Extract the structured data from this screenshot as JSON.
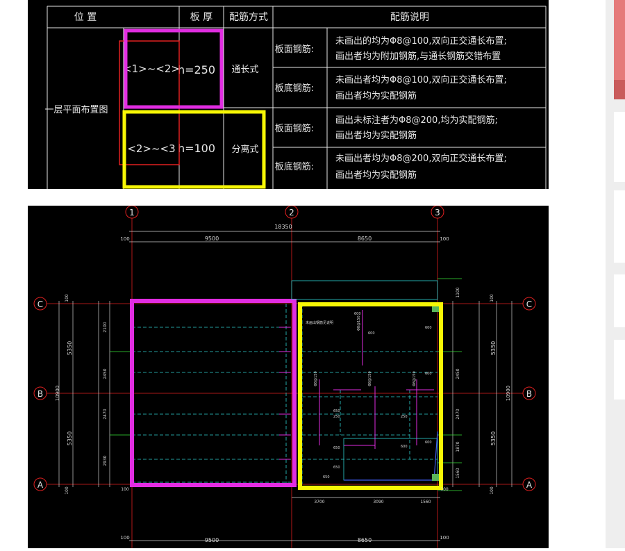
{
  "table": {
    "headers": [
      "位 置",
      "板 厚",
      "配筋方式",
      "配筋说明"
    ],
    "location": "一层平面布置图",
    "rows": [
      {
        "position": "<1>~<2>",
        "thickness": "h=250",
        "method": "通长式",
        "items": [
          {
            "label": "板面钢筋:",
            "line1": "未画出的均为Φ8@100,双向正交通长布置;",
            "line2": "画出者均为附加钢筋,与通长钢筋交错布置"
          },
          {
            "label": "板底钢筋:",
            "line1": "未画出者均为Φ8@100,双向正交通长布置;",
            "line2": "画出者均为实配钢筋"
          }
        ]
      },
      {
        "position": "<2>~<3",
        "thickness": "h=100",
        "method": "分离式",
        "items": [
          {
            "label": "板面钢筋:",
            "line1": "画出未标注者为Φ8@200,均为实配钢筋;",
            "line2": "画出者均为实配钢筋"
          },
          {
            "label": "板底钢筋:",
            "line1": "未画出者均为Φ8@200,双向正交通长布置;",
            "line2": "画出者均为实配钢筋"
          }
        ]
      }
    ]
  },
  "plan": {
    "axes_x": [
      "1",
      "2",
      "3"
    ],
    "axes_y": [
      "C",
      "B",
      "A"
    ],
    "dims_top": {
      "total": "18350",
      "left_offset": "100",
      "span1": "9500",
      "span2": "8650",
      "right_offset": "100"
    },
    "dims_bottom": {
      "left_offset": "100",
      "span1": "9500",
      "span2": "8650",
      "right_offset": "100",
      "sub1": "3700",
      "sub2": "3090",
      "sub3": "1560"
    },
    "dims_left": {
      "total": "10900",
      "upper": "5350",
      "lower": "5350",
      "top_offset": "100",
      "bottom_offset": "100",
      "segs": [
        "2100",
        "2450",
        "2470",
        "2930"
      ]
    },
    "dims_right": {
      "total": "10900",
      "upper": "5350",
      "lower": "5350",
      "top_offset": "100",
      "bottom_offset": "100",
      "segs": [
        "1100",
        "2450",
        "2470",
        "1870",
        "1560"
      ]
    },
    "notes": [
      "600",
      "600",
      "600",
      "600",
      "650",
      "650",
      "250",
      "250",
      "650",
      "600",
      "650",
      "600"
    ],
    "rebar_labels": [
      "Φ8@150",
      "Φ8@150",
      "Φ8@150",
      "Φ8@150"
    ],
    "small_note": "未画出钢筋见说明"
  },
  "colors": {
    "magenta": "#e12de1",
    "yellow": "#f7f705",
    "red": "#e02020",
    "grid": "#d0d0d0",
    "green": "#39e339",
    "cyan": "#2fd1d1"
  }
}
